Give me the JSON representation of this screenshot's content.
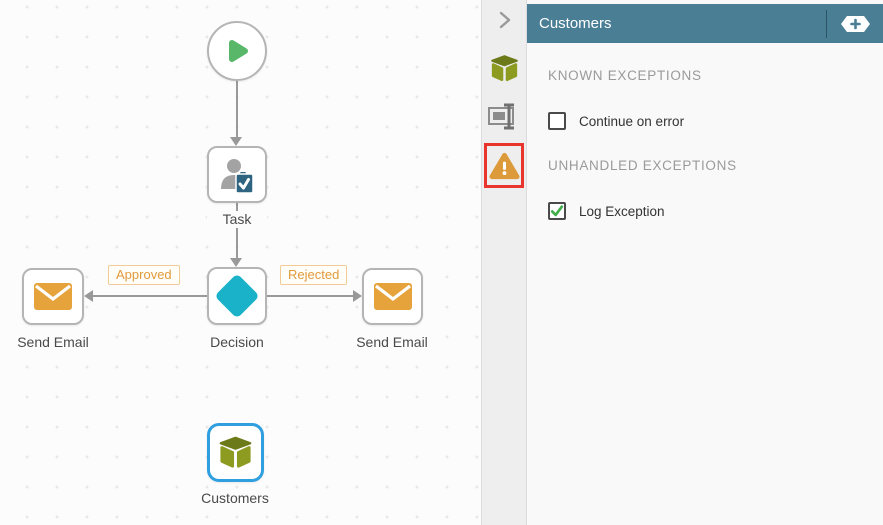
{
  "canvas": {
    "node_labels": {
      "task": "Task",
      "decision": "Decision",
      "email_left": "Send Email",
      "email_right": "Send Email",
      "customers": "Customers"
    },
    "edge_labels": {
      "approved": "Approved",
      "rejected": "Rejected"
    }
  },
  "toolbar": {
    "icons": [
      "chevron-right-icon",
      "cube-icon",
      "rename-icon",
      "warning-icon"
    ],
    "highlighted_icon": "warning-icon"
  },
  "panel": {
    "title": "Customers",
    "sections": [
      {
        "heading": "KNOWN EXCEPTIONS",
        "checkbox_label": "Continue on error",
        "checked": false
      },
      {
        "heading": "UNHANDLED EXCEPTIONS",
        "checkbox_label": "Log Exception",
        "checked": true
      }
    ]
  },
  "colors": {
    "header-teal": "#4a7e95",
    "highlight-red": "#e8352e",
    "warning-orange": "#dd9a3a",
    "check-green": "#3fae49",
    "selection-blue": "#2f9fe0",
    "olive": "#8d9c21",
    "olive-dark": "#6d7a19",
    "diamond-cyan": "#19b2c8",
    "play-green": "#58b768",
    "envelope-orange": "#e6a33c",
    "edge-label-orange": "#e29a3c",
    "connector-gray": "#999999",
    "clipboard-blue": "#2e6480"
  }
}
